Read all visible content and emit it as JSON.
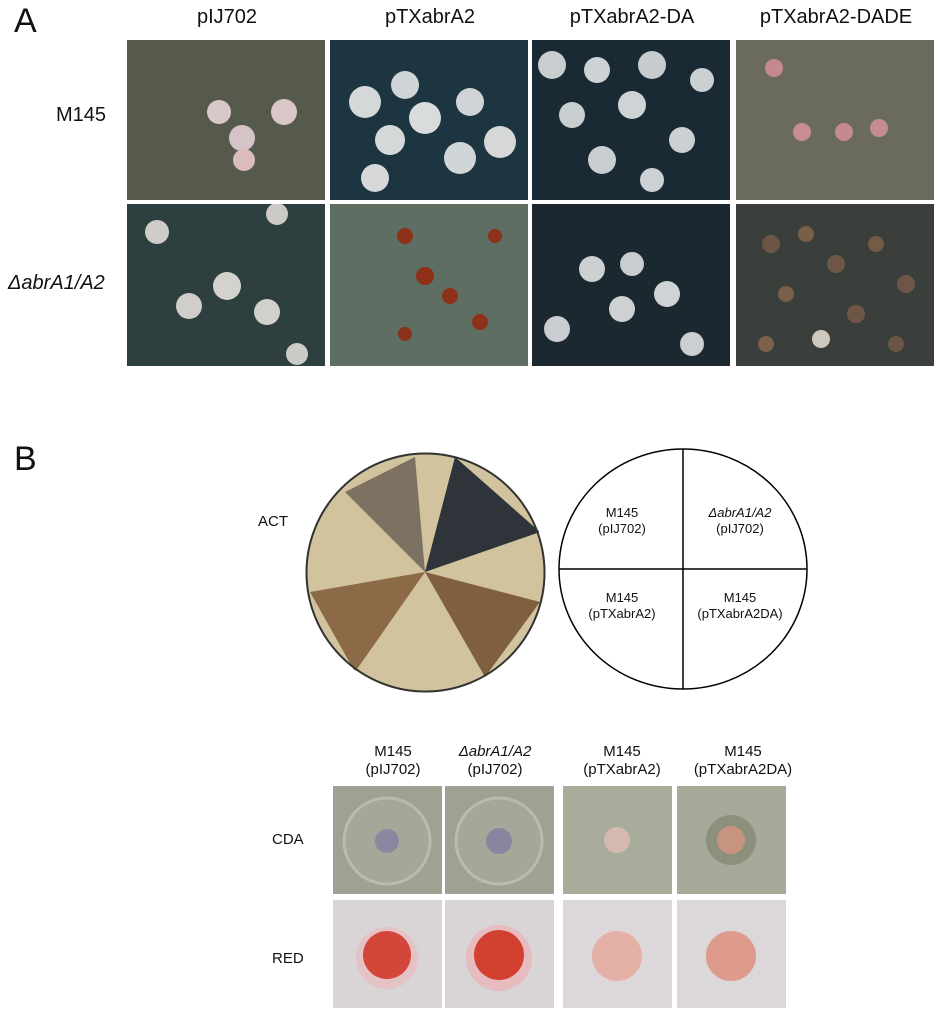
{
  "panelA": {
    "letter": "A",
    "columns": [
      "pIJ702",
      "pTXabrA2",
      "pTXabrA2-DA",
      "pTXabrA2-DADE"
    ],
    "rows": [
      "M145",
      "ΔabrA1/A2"
    ]
  },
  "panelB": {
    "letter": "B",
    "act_label": "ACT",
    "quadrants": {
      "tl_line1": "M145",
      "tl_line2": "(pIJ702)",
      "tr_line1": "ΔabrA1/A2",
      "tr_line2": "(pIJ702)",
      "bl_line1": "M145",
      "bl_line2": "(pTXabrA2)",
      "br_line1": "M145",
      "br_line2": "(pTXabrA2DA)"
    },
    "strains": [
      {
        "line1": "M145",
        "line2": "(pIJ702)"
      },
      {
        "line1": "ΔabrA1/A2",
        "line2": "(pIJ702)"
      },
      {
        "line1": "M145",
        "line2": "(pTXabrA2)"
      },
      {
        "line1": "M145",
        "line2": "(pTXabrA2DA)"
      }
    ],
    "row_labels": [
      "CDA",
      "RED"
    ]
  }
}
